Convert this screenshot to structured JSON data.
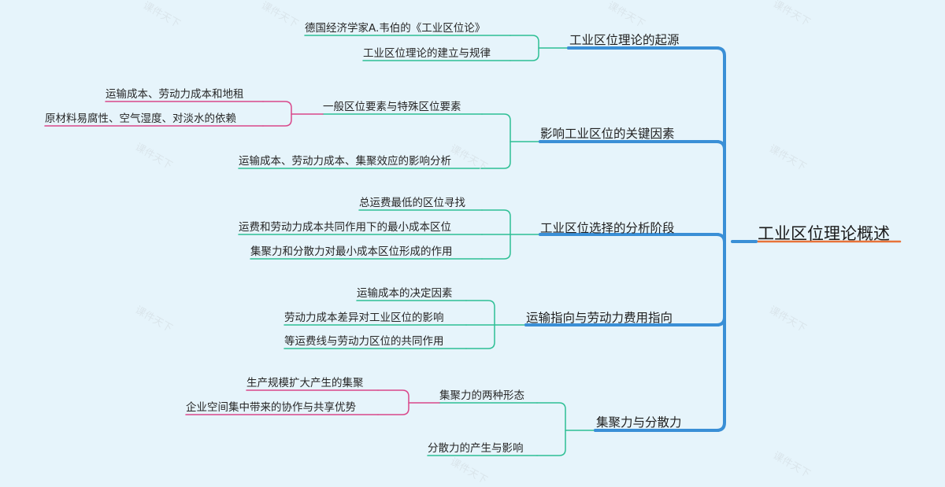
{
  "root": {
    "label": "工业区位理论概述"
  },
  "branches": [
    {
      "label": "工业区位理论的起源",
      "children": [
        {
          "label": "德国经济学家A.韦伯的《工业区位论》",
          "children": []
        },
        {
          "label": "工业区位理论的建立与规律",
          "children": []
        }
      ]
    },
    {
      "label": "影响工业区位的关键因素",
      "children": [
        {
          "label": "一般区位要素与特殊区位要素",
          "children": [
            {
              "label": "运输成本、劳动力成本和地租"
            },
            {
              "label": "原材料易腐性、空气湿度、对淡水的依赖"
            }
          ]
        },
        {
          "label": "运输成本、劳动力成本、集聚效应的影响分析",
          "children": []
        }
      ]
    },
    {
      "label": "工业区位选择的分析阶段",
      "children": [
        {
          "label": "总运费最低的区位寻找",
          "children": []
        },
        {
          "label": "运费和劳动力成本共同作用下的最小成本区位",
          "children": []
        },
        {
          "label": "集聚力和分散力对最小成本区位形成的作用",
          "children": []
        }
      ]
    },
    {
      "label": "运输指向与劳动力费用指向",
      "children": [
        {
          "label": "运输成本的决定因素",
          "children": []
        },
        {
          "label": "劳动力成本差异对工业区位的影响",
          "children": []
        },
        {
          "label": "等运费线与劳动力区位的共同作用",
          "children": []
        }
      ]
    },
    {
      "label": "集聚力与分散力",
      "children": [
        {
          "label": "集聚力的两种形态",
          "children": [
            {
              "label": "生产规模扩大产生的集聚"
            },
            {
              "label": "企业空间集中带来的协作与共享优势"
            }
          ]
        },
        {
          "label": "分散力的产生与影响",
          "children": []
        }
      ]
    }
  ],
  "colors": {
    "background": "#e6f4fb",
    "main_connector": "#3a8fd6",
    "sub_connector": "#2dbf94",
    "leaf_connector": "#d9478a",
    "root_underline": "#e8733a"
  },
  "watermark": "课件天下"
}
